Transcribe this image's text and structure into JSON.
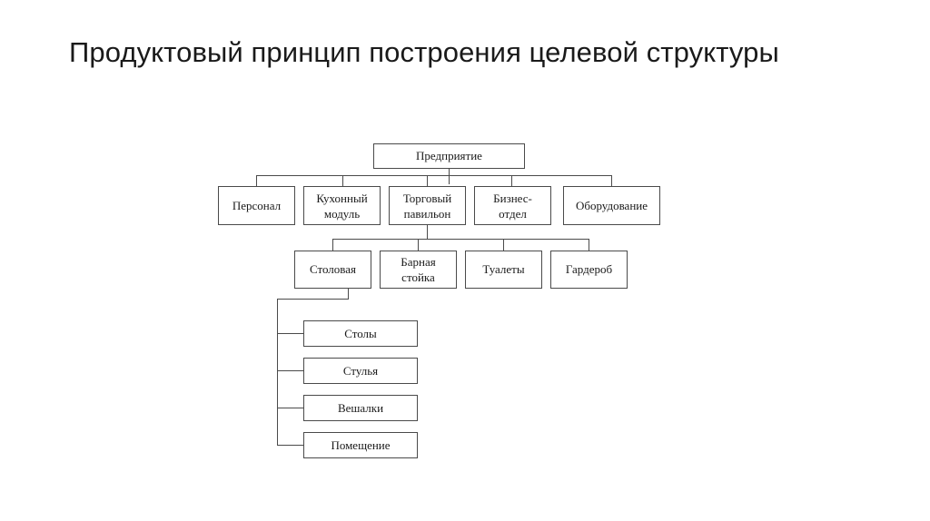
{
  "page": {
    "title": "Продуктовый принцип построения целевой структуры",
    "background_color": "#ffffff",
    "line_color": "#4a4a4a",
    "text_color": "#1a1a1a"
  },
  "diagram": {
    "type": "org-chart",
    "orientation": "top-down",
    "levels": [
      {
        "level": 1,
        "nodes": [
          {
            "id": "enterprise",
            "label": "Предприятие"
          }
        ]
      },
      {
        "level": 2,
        "parent": "enterprise",
        "nodes": [
          {
            "id": "personnel",
            "label": "Персонал"
          },
          {
            "id": "kitchen-module",
            "label": "Кухонный\nмодуль"
          },
          {
            "id": "trade-pavilion",
            "label": "Торговый\nпавильон"
          },
          {
            "id": "business-department",
            "label": "Бизнес-\nотдел"
          },
          {
            "id": "equipment",
            "label": "Оборудование"
          }
        ]
      },
      {
        "level": 3,
        "parent": "trade-pavilion",
        "nodes": [
          {
            "id": "dining-room",
            "label": "Столовая"
          },
          {
            "id": "bar-counter",
            "label": "Барная\nстойка"
          },
          {
            "id": "toilets",
            "label": "Туалеты"
          },
          {
            "id": "cloakroom",
            "label": "Гардероб"
          }
        ]
      },
      {
        "level": 4,
        "parent": "dining-room",
        "nodes": [
          {
            "id": "tables",
            "label": "Столы"
          },
          {
            "id": "chairs",
            "label": "Стулья"
          },
          {
            "id": "hangers",
            "label": "Вешалки"
          },
          {
            "id": "premises",
            "label": "Помещение"
          }
        ]
      }
    ]
  }
}
